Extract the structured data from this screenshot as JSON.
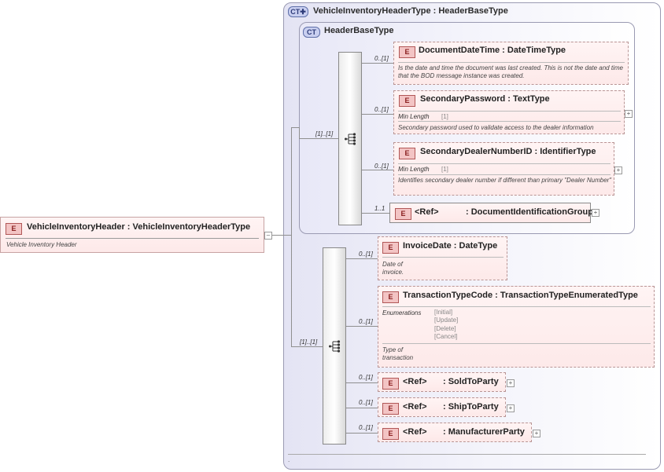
{
  "badges": {
    "ct": "CT",
    "e": "E"
  },
  "root": {
    "name": "VehicleInventoryHeader : VehicleInventoryHeaderType",
    "doc": "Vehicle Inventory Header"
  },
  "outer_type": {
    "title": "VehicleInventoryHeaderType : HeaderBaseType"
  },
  "inner_type": {
    "title": "HeaderBaseType"
  },
  "header_base_elements": [
    {
      "card": "0..[1]",
      "name": "DocumentDateTime : DateTimeType",
      "doc": "Is the date and time the document was last created. This is not the date and time that the BOD message instance was created."
    },
    {
      "card": "0..[1]",
      "name": "SecondaryPassword : TextType",
      "facet_label": "Min Length",
      "facet_value": "[1]",
      "doc": "Secondary password used to validate access to the dealer information"
    },
    {
      "card": "0..[1]",
      "name": "SecondaryDealerNumberID : IdentifierType",
      "facet_label": "Min Length",
      "facet_value": "[1]",
      "doc": "Identifies secondary dealer number if different than primary \"Dealer Number\""
    },
    {
      "card": "1..1",
      "ref": "<Ref>",
      "name": ": DocumentIdentificationGroup"
    }
  ],
  "sequence_cards": {
    "inner": "[1]..[1]",
    "outer": "[1]..[1]"
  },
  "type_elements": [
    {
      "card": "0..[1]",
      "name": "InvoiceDate : DateType",
      "doc": "Date of invoice."
    },
    {
      "card": "0..[1]",
      "name": "TransactionTypeCode : TransactionTypeEnumeratedType",
      "facet_label": "Enumerations",
      "enumerations": [
        "[Initial]",
        "[Update]",
        "[Delete]",
        "[Cancel]"
      ],
      "doc": "Type of transaction"
    },
    {
      "card": "0..[1]",
      "ref": "<Ref>",
      "name": ": SoldToParty"
    },
    {
      "card": "0..[1]",
      "ref": "<Ref>",
      "name": ": ShipToParty"
    },
    {
      "card": "0..[1]",
      "ref": "<Ref>",
      "name": ": ManufacturerParty"
    }
  ],
  "footer_mark": "."
}
